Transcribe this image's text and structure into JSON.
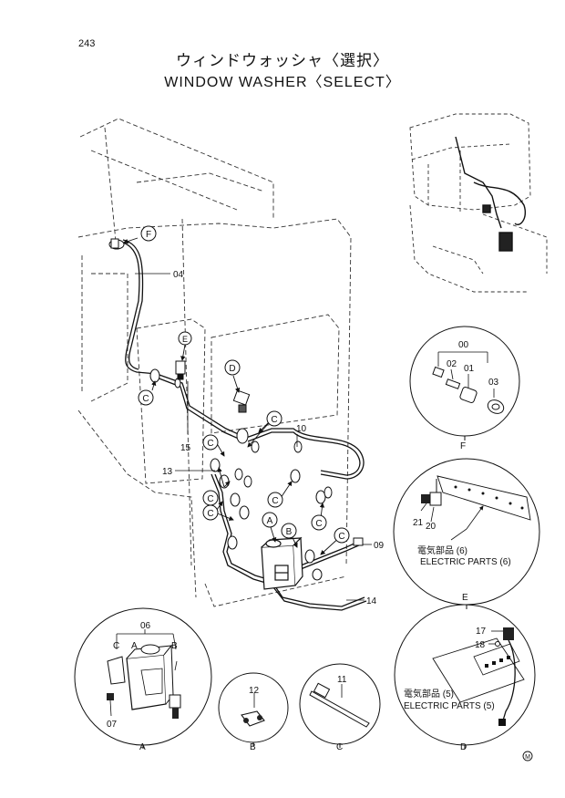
{
  "page": {
    "number": "243"
  },
  "title": {
    "jp": "ウィンドウォッシャ〈選択〉",
    "en": "WINDOW WASHER〈SELECT〉"
  },
  "callouts": {
    "p04": "04",
    "p15": "15",
    "p13": "13",
    "p10": "10",
    "p09": "09",
    "p14": "14",
    "p00": "00",
    "p01": "01",
    "p02": "02",
    "p03": "03",
    "p21": "21",
    "p20": "20",
    "p06": "06",
    "p07": "07",
    "p12": "12",
    "p11": "11",
    "p17": "17",
    "p18": "18"
  },
  "circle_labels": {
    "A": "A",
    "B": "B",
    "C": "C",
    "D": "D",
    "E": "E",
    "F": "F"
  },
  "detail_captions": {
    "A": "A",
    "B": "B",
    "C": "C",
    "D": "D",
    "E": "E",
    "F": "F"
  },
  "notes": {
    "electric6_jp": "電気部品 (6)",
    "electric6_en": "ELECTRIC PARTS (6)",
    "electric5_jp": "電気部品 (5)",
    "electric5_en": "ELECTRIC PARTS (5)"
  },
  "corner_mark": "M"
}
